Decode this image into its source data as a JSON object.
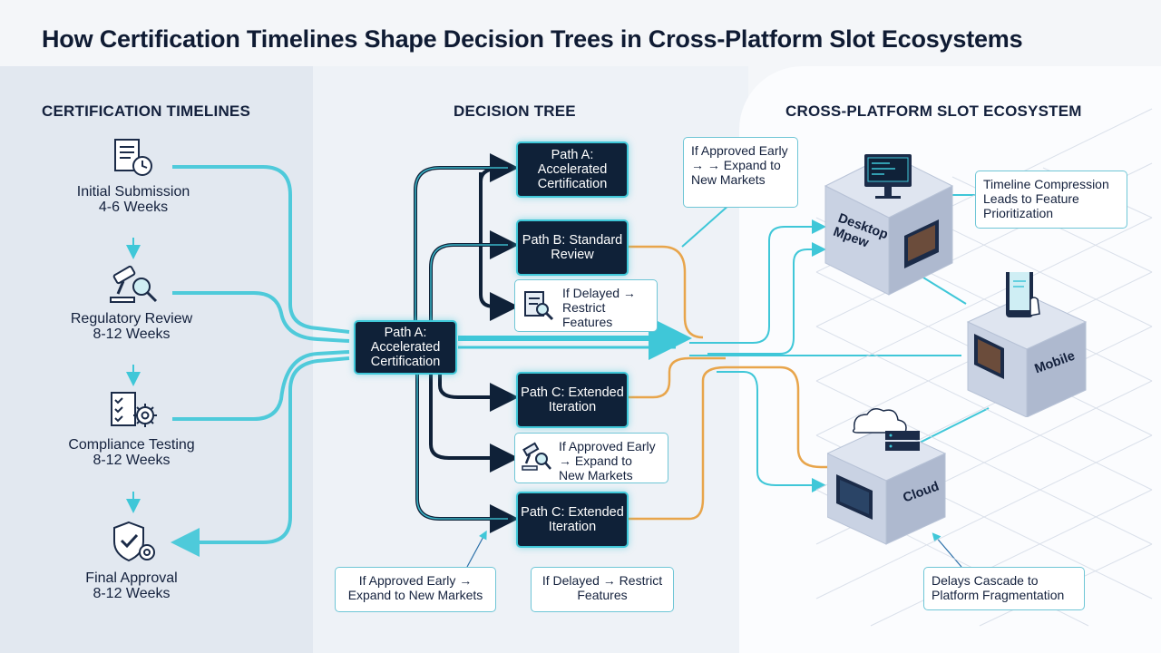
{
  "title": "How Certification Timelines Shape Decision Trees in Cross-Platform Slot Ecosystems",
  "sections": {
    "left": "CERTIFICATION TIMELINES",
    "middle": "DECISION TREE",
    "right": "CROSS-PLATFORM SLOT ECOSYSTEM"
  },
  "stages": [
    {
      "name": "Initial Submission",
      "duration": "4-6 Weeks",
      "icon": "document-clock-icon"
    },
    {
      "name": "Regulatory Review",
      "duration": "8-12 Weeks",
      "icon": "gavel-magnifier-icon"
    },
    {
      "name": "Compliance Testing",
      "duration": "8-12 Weeks",
      "icon": "checklist-gear-icon"
    },
    {
      "name": "Final Approval",
      "duration": "8-12 Weeks",
      "icon": "shield-check-icon"
    }
  ],
  "tree": {
    "root": "Path A: Accelerated Certification",
    "top_a": "Path A: Accelerated Certification",
    "top_b": "Path B: Standard Review",
    "delay_note": "If Delayed → Restrict Features",
    "path_c1": "Path C: Extended Iteration",
    "approved_note": "If Approved Early → Expand to New Markets",
    "path_c2": "Path C: Extended Iteration",
    "callout_approved": "If Approved Early → Expand to New Markets",
    "callout_top": "If Approved Early → → Expand to New Markets",
    "callout_delayed": "If Delayed → Restrict Features"
  },
  "ecosystem": {
    "desktop": "Desktop Mpew",
    "mobile": "Mobile",
    "cloud": "Cloud",
    "note_top": "Timeline Compression Leads to Feature Prioritization",
    "note_bottom": "Delays Cascade to Platform Fragmentation"
  },
  "colors": {
    "cyan": "#3fc7d8",
    "navy": "#0f2138",
    "orange": "#e8a54b",
    "cube_top": "#dfe5f0",
    "cube_side": "#aeb9cf"
  }
}
